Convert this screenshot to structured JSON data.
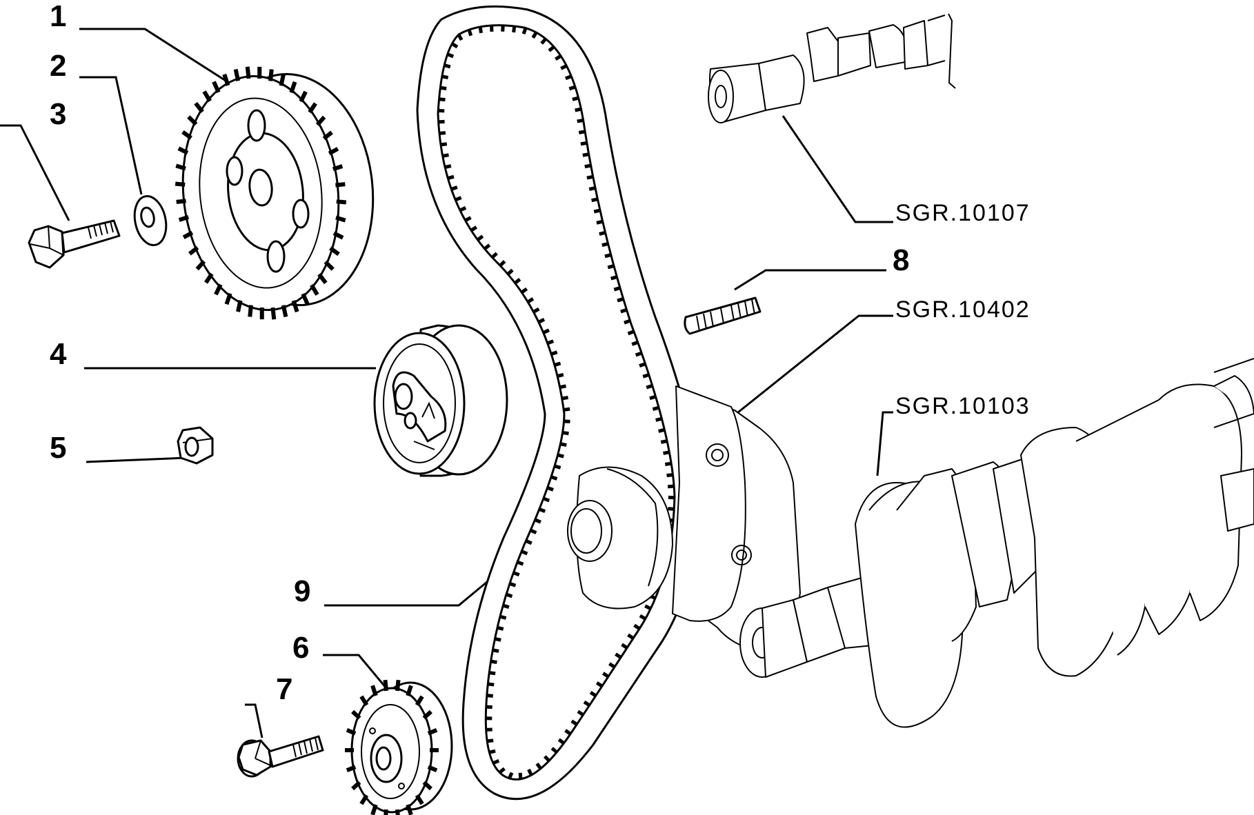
{
  "callouts": [
    {
      "id": "1",
      "label": "1"
    },
    {
      "id": "2",
      "label": "2"
    },
    {
      "id": "3",
      "label": "3"
    },
    {
      "id": "4",
      "label": "4"
    },
    {
      "id": "5",
      "label": "5"
    },
    {
      "id": "6",
      "label": "6"
    },
    {
      "id": "7",
      "label": "7"
    },
    {
      "id": "8",
      "label": "8"
    },
    {
      "id": "9",
      "label": "9"
    }
  ],
  "references": [
    {
      "id": "camshaft",
      "label": "SGR.10107"
    },
    {
      "id": "water-pump",
      "label": "SGR.10402"
    },
    {
      "id": "crankshaft",
      "label": "SGR.10103"
    }
  ],
  "colors": {
    "line": "#000000",
    "background": "#ffffff"
  }
}
